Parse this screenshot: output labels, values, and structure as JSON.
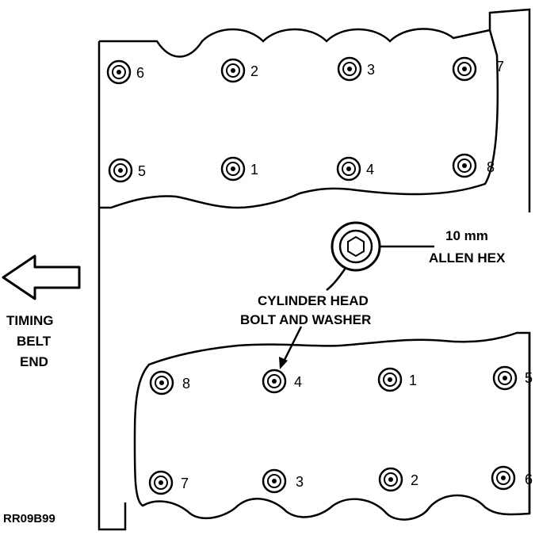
{
  "callouts": {
    "allen_hex_line1": "10 mm",
    "allen_hex_line2": "ALLEN HEX",
    "bolt_line1": "CYLINDER HEAD",
    "bolt_line2": "BOLT AND WASHER"
  },
  "direction": {
    "line1": "TIMING",
    "line2": "BELT",
    "line3": "END"
  },
  "figure_id": "RR09B99",
  "upper_head": {
    "top_row": [
      "6",
      "2",
      "3",
      "7"
    ],
    "bottom_row": [
      "5",
      "1",
      "4",
      "8"
    ]
  },
  "lower_head": {
    "top_row": [
      "8",
      "4",
      "1",
      "5"
    ],
    "bottom_row": [
      "7",
      "3",
      "2",
      "6"
    ]
  },
  "colors": {
    "ink": "#000000",
    "paper": "#ffffff"
  }
}
